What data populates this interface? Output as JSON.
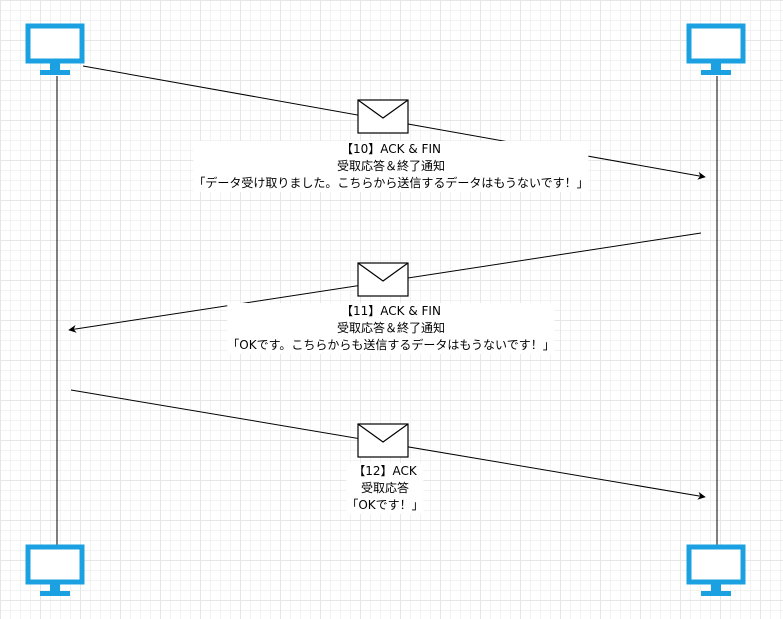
{
  "colors": {
    "computer": "#1BA1E2",
    "line": "#000000",
    "envelope_fill": "#ffffff"
  },
  "nodes": [
    {
      "id": "top-left",
      "icon": "monitor-icon"
    },
    {
      "id": "top-right",
      "icon": "monitor-icon"
    },
    {
      "id": "bottom-left",
      "icon": "monitor-icon"
    },
    {
      "id": "bottom-right",
      "icon": "monitor-icon"
    }
  ],
  "messages": [
    {
      "id": "10",
      "direction": "left-to-right",
      "icon": "envelope-icon",
      "lines": [
        "【10】ACK & FIN",
        "受取応答＆終了通知",
        "「データ受け取りました。こちらから送信するデータはもうないです！」"
      ]
    },
    {
      "id": "11",
      "direction": "right-to-left",
      "icon": "envelope-icon",
      "lines": [
        "【11】ACK & FIN",
        "受取応答＆終了通知",
        "「OKです。こちらからも送信するデータはもうないです！」"
      ]
    },
    {
      "id": "12",
      "direction": "left-to-right",
      "icon": "envelope-icon",
      "lines": [
        "【12】ACK",
        "受取応答",
        "「OKです！」"
      ]
    }
  ]
}
